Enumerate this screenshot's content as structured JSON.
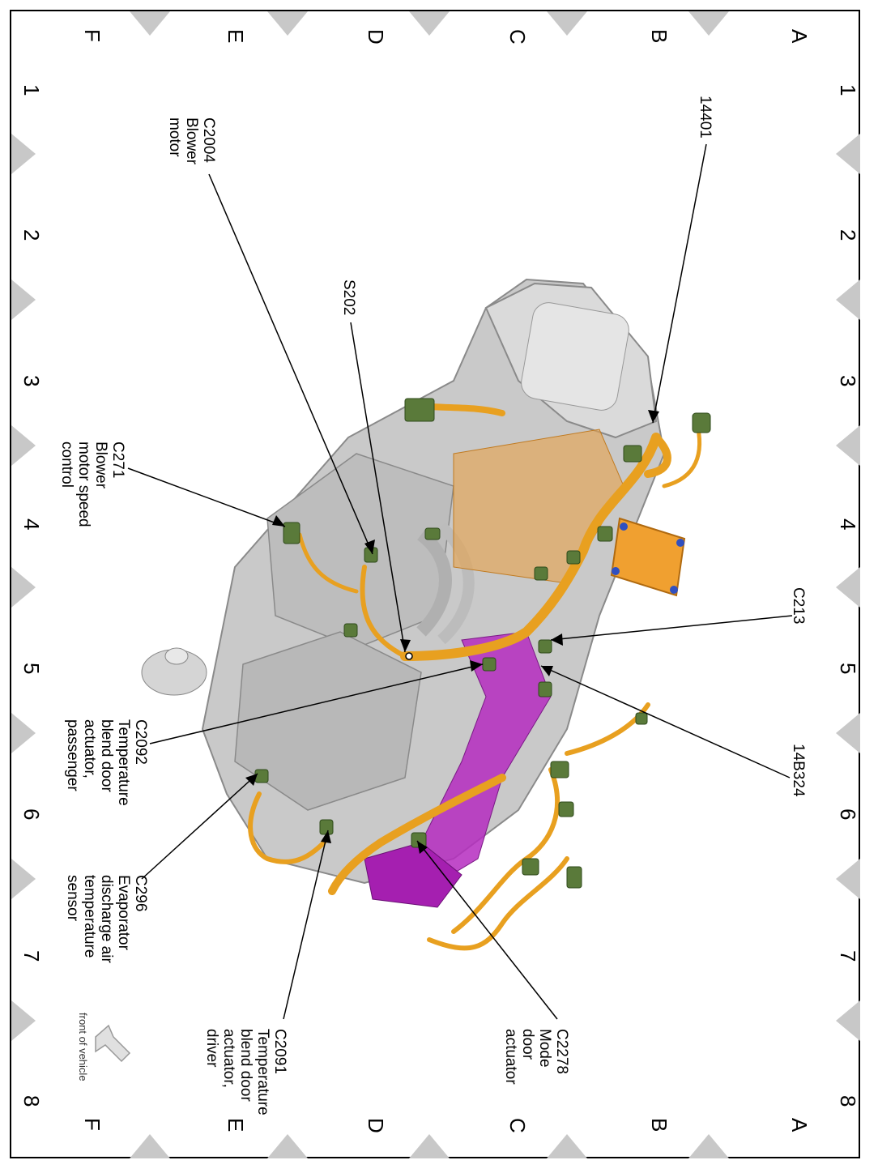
{
  "grid": {
    "rows": [
      "A",
      "B",
      "C",
      "D",
      "E",
      "F"
    ],
    "cols": [
      "1",
      "2",
      "3",
      "4",
      "5",
      "6",
      "7",
      "8"
    ]
  },
  "callouts": {
    "c14401": [
      "14401"
    ],
    "s202": [
      "S202"
    ],
    "c2004": [
      "C2004",
      "Blower",
      "motor"
    ],
    "c271": [
      "C271",
      "Blower",
      "motor speed",
      "control"
    ],
    "c213": [
      "C213"
    ],
    "c14b324": [
      "14B324"
    ],
    "c2092": [
      "C2092",
      "Temperature",
      "blend door",
      "actuator,",
      "passenger"
    ],
    "c296": [
      "C296",
      "Evaporator",
      "discharge air",
      "temperature",
      "sensor"
    ],
    "c2278": [
      "C2278",
      "Mode",
      "door",
      "actuator"
    ],
    "c2091": [
      "C2091",
      "Temperature",
      "blend door",
      "actuator,",
      "driver"
    ]
  },
  "front_label": "front of vehicle",
  "colors": {
    "housing": "#c9c9c9",
    "harness": "#e8a020",
    "duct_purple": "#b52bc0",
    "connector_green": "#5a7a3a",
    "module_orange": "#f0a030"
  }
}
